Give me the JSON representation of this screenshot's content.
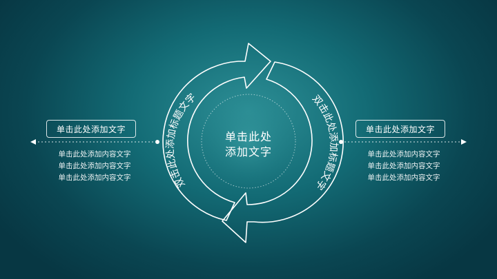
{
  "center": {
    "line1": "单击此处",
    "line2": "添加文字"
  },
  "arc_left": {
    "text": "双击此处添加标题文字"
  },
  "arc_right": {
    "text": "双击此处添加标题文字"
  },
  "left_panel": {
    "title": "单击此处添加文字",
    "lines": [
      "单击此处添加内容文字",
      "单击此处添加内容文字",
      "单击此处添加内容文字"
    ]
  },
  "right_panel": {
    "title": "单击此处添加文字",
    "lines": [
      "单击此处添加内容文字",
      "单击此处添加内容文字",
      "单击此处添加内容文字"
    ]
  },
  "colors": {
    "background": "#136b75",
    "line": "#ffffff",
    "glow": "#2d8f96"
  }
}
